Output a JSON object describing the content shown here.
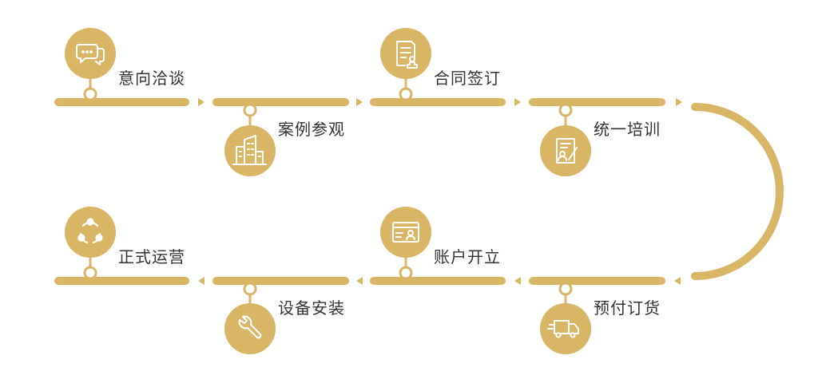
{
  "colors": {
    "accent": "#D8B665",
    "icon_stroke": "#FFFFFF",
    "label_text": "#333333",
    "background": "#FFFFFF"
  },
  "steps": [
    {
      "id": "yixiang",
      "label": "意向洽谈",
      "icon": "chat-bubbles-icon"
    },
    {
      "id": "anli",
      "label": "案例参观",
      "icon": "building-icon"
    },
    {
      "id": "hetong",
      "label": "合同签订",
      "icon": "contract-stamp-icon"
    },
    {
      "id": "peixun",
      "label": "统一培训",
      "icon": "training-document-icon"
    },
    {
      "id": "dinghuo",
      "label": "预付订货",
      "icon": "delivery-truck-icon"
    },
    {
      "id": "zhanghu",
      "label": "账户开立",
      "icon": "account-card-icon"
    },
    {
      "id": "anzhuang",
      "label": "设备安装",
      "icon": "wrench-icon"
    },
    {
      "id": "yunying",
      "label": "正式运营",
      "icon": "cycle-nodes-icon"
    }
  ]
}
